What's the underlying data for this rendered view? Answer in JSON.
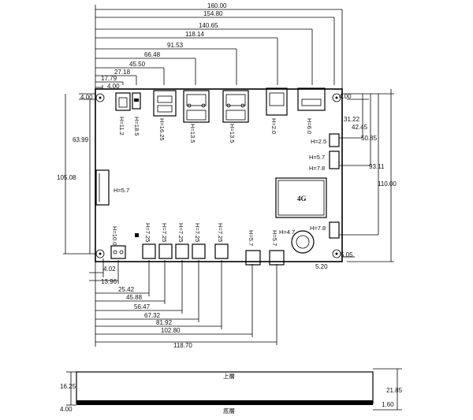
{
  "top_dimensions": [
    "160.00",
    "154.80",
    "140.65",
    "118.14",
    "91.53",
    "66.48",
    "45.50",
    "27.18",
    "17.79",
    "4.00"
  ],
  "left_dimensions": {
    "hole_top": "4.00",
    "hole_offset": "63.99",
    "total": "105.08"
  },
  "right_dimensions": {
    "hole_top": "4.00",
    "d1": "31.22",
    "d2": "42.45",
    "d3": "50.85",
    "d4": "93.11",
    "total": "110.00",
    "bottom1": "5.05",
    "bottom2": "5.20"
  },
  "bottom_dimensions": [
    "4.02",
    "13.96",
    "25.42",
    "45.88",
    "56.47",
    "67.32",
    "81.92",
    "102.80",
    "118.70"
  ],
  "component_heights": {
    "h1": "H=11.2",
    "h2": "H=18.5",
    "h3": "H=16.25",
    "h4": "H=13.5",
    "h5": "H=13.5",
    "h6": "H=2.0",
    "h7": "H=6.0",
    "h8": "H=2.5",
    "h9": "H=5.7",
    "h10": "H=7.8",
    "h11": "H=7.8",
    "h12": "H=5.7",
    "h13": "H=10.0",
    "h14": "H=7.25",
    "h15": "H=7.25",
    "h16": "H=7.25",
    "h17": "H=7.25",
    "h18": "H=7.25",
    "h19": "H=5.7",
    "h20": "H=4.7",
    "h21": "H=5.7"
  },
  "module_label": "4G",
  "side_view": {
    "top_label": "上層",
    "bottom_label": "底層",
    "left_total": "16.25",
    "left_bottom": "4.00",
    "right_total": "21.85",
    "right_bottom": "1.60"
  }
}
